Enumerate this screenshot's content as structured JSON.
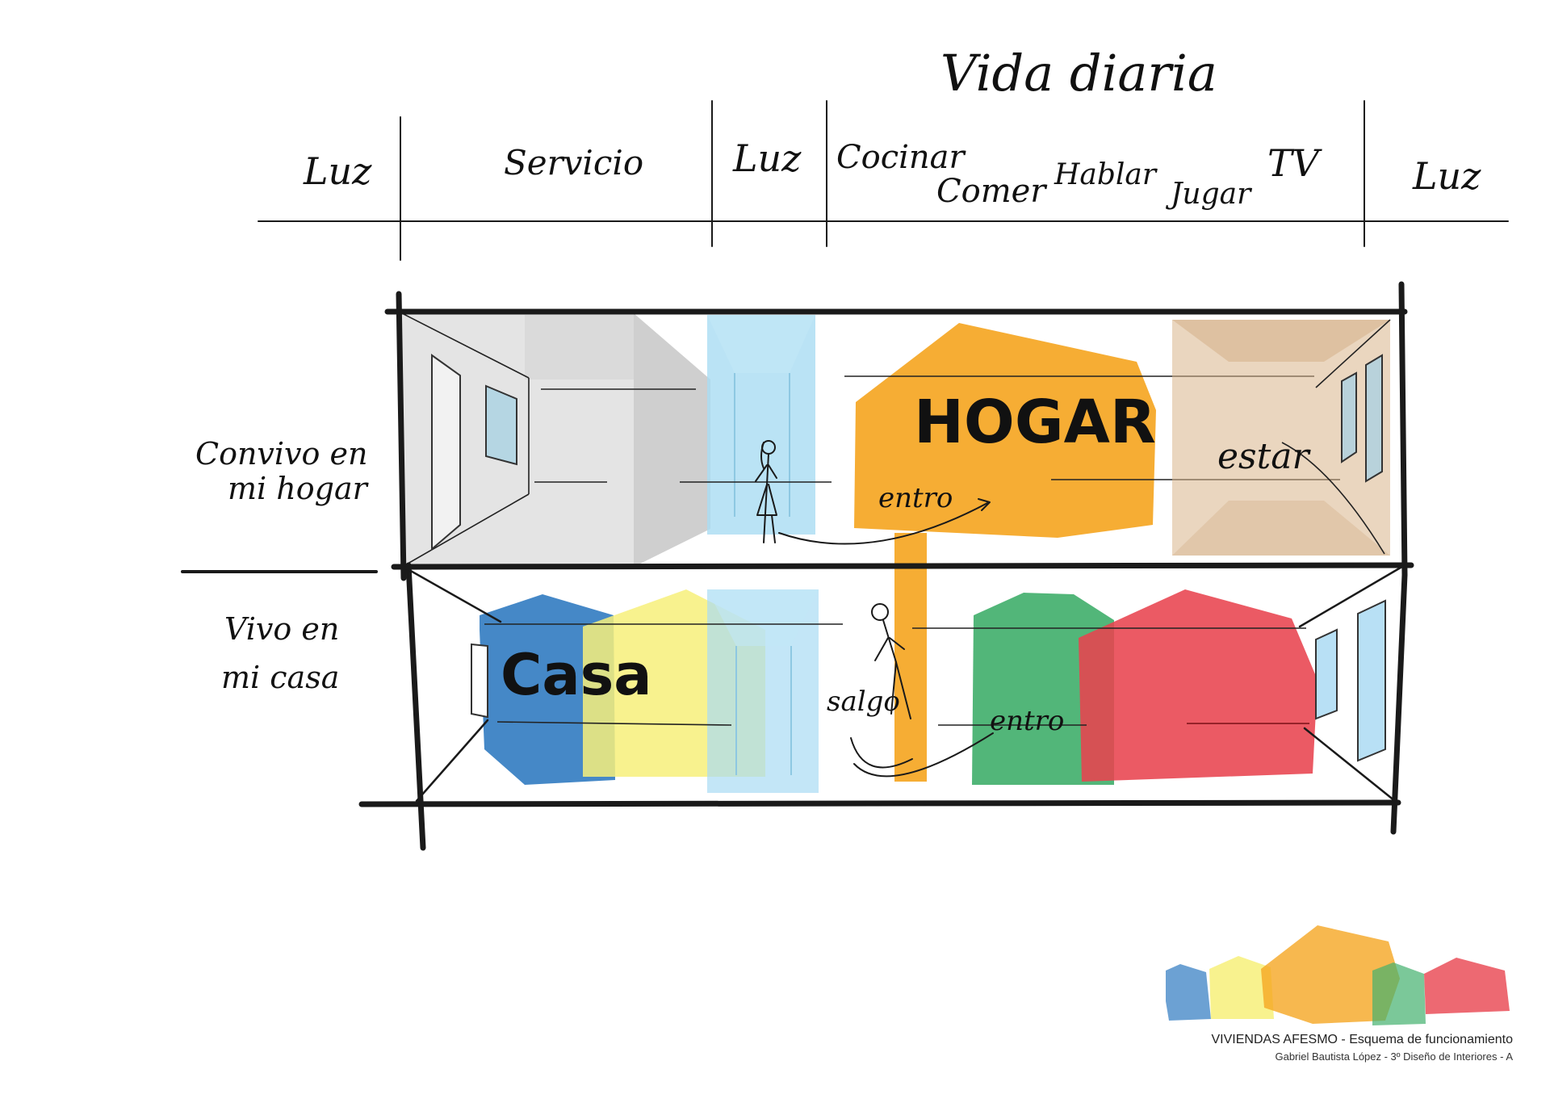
{
  "title": "Vida diaria",
  "columns": {
    "luz_left": "Luz",
    "servicio": "Servicio",
    "luz_mid": "Luz",
    "cocinar": "Cocinar",
    "comer": "Comer",
    "hablar": "Hablar",
    "jugar": "Jugar",
    "tv": "TV",
    "luz_right": "Luz"
  },
  "rows": {
    "upper_line1": "Convivo en",
    "upper_line2": "mi hogar",
    "lower_line1": "Vivo en",
    "lower_line2": "mi casa"
  },
  "upper_floor": {
    "hogar": "HOGAR",
    "estar": "estar",
    "entro": "entro"
  },
  "lower_floor": {
    "casa": "Casa",
    "salgo": "salgo",
    "entro": "entro"
  },
  "colors": {
    "orange": "#f5a623",
    "blue": "#3b82c4",
    "yellow": "#f7f07a",
    "light_blue": "#a9dcf3",
    "green": "#43b06e",
    "red": "#e8434f",
    "tan": "#d8b48a",
    "grey": "#dadada"
  },
  "footer": {
    "line1": "VIVIENDAS AFESMO - Esquema de funcionamiento",
    "line2": "Gabriel Bautista López - 3º Diseño de Interiores - A"
  }
}
